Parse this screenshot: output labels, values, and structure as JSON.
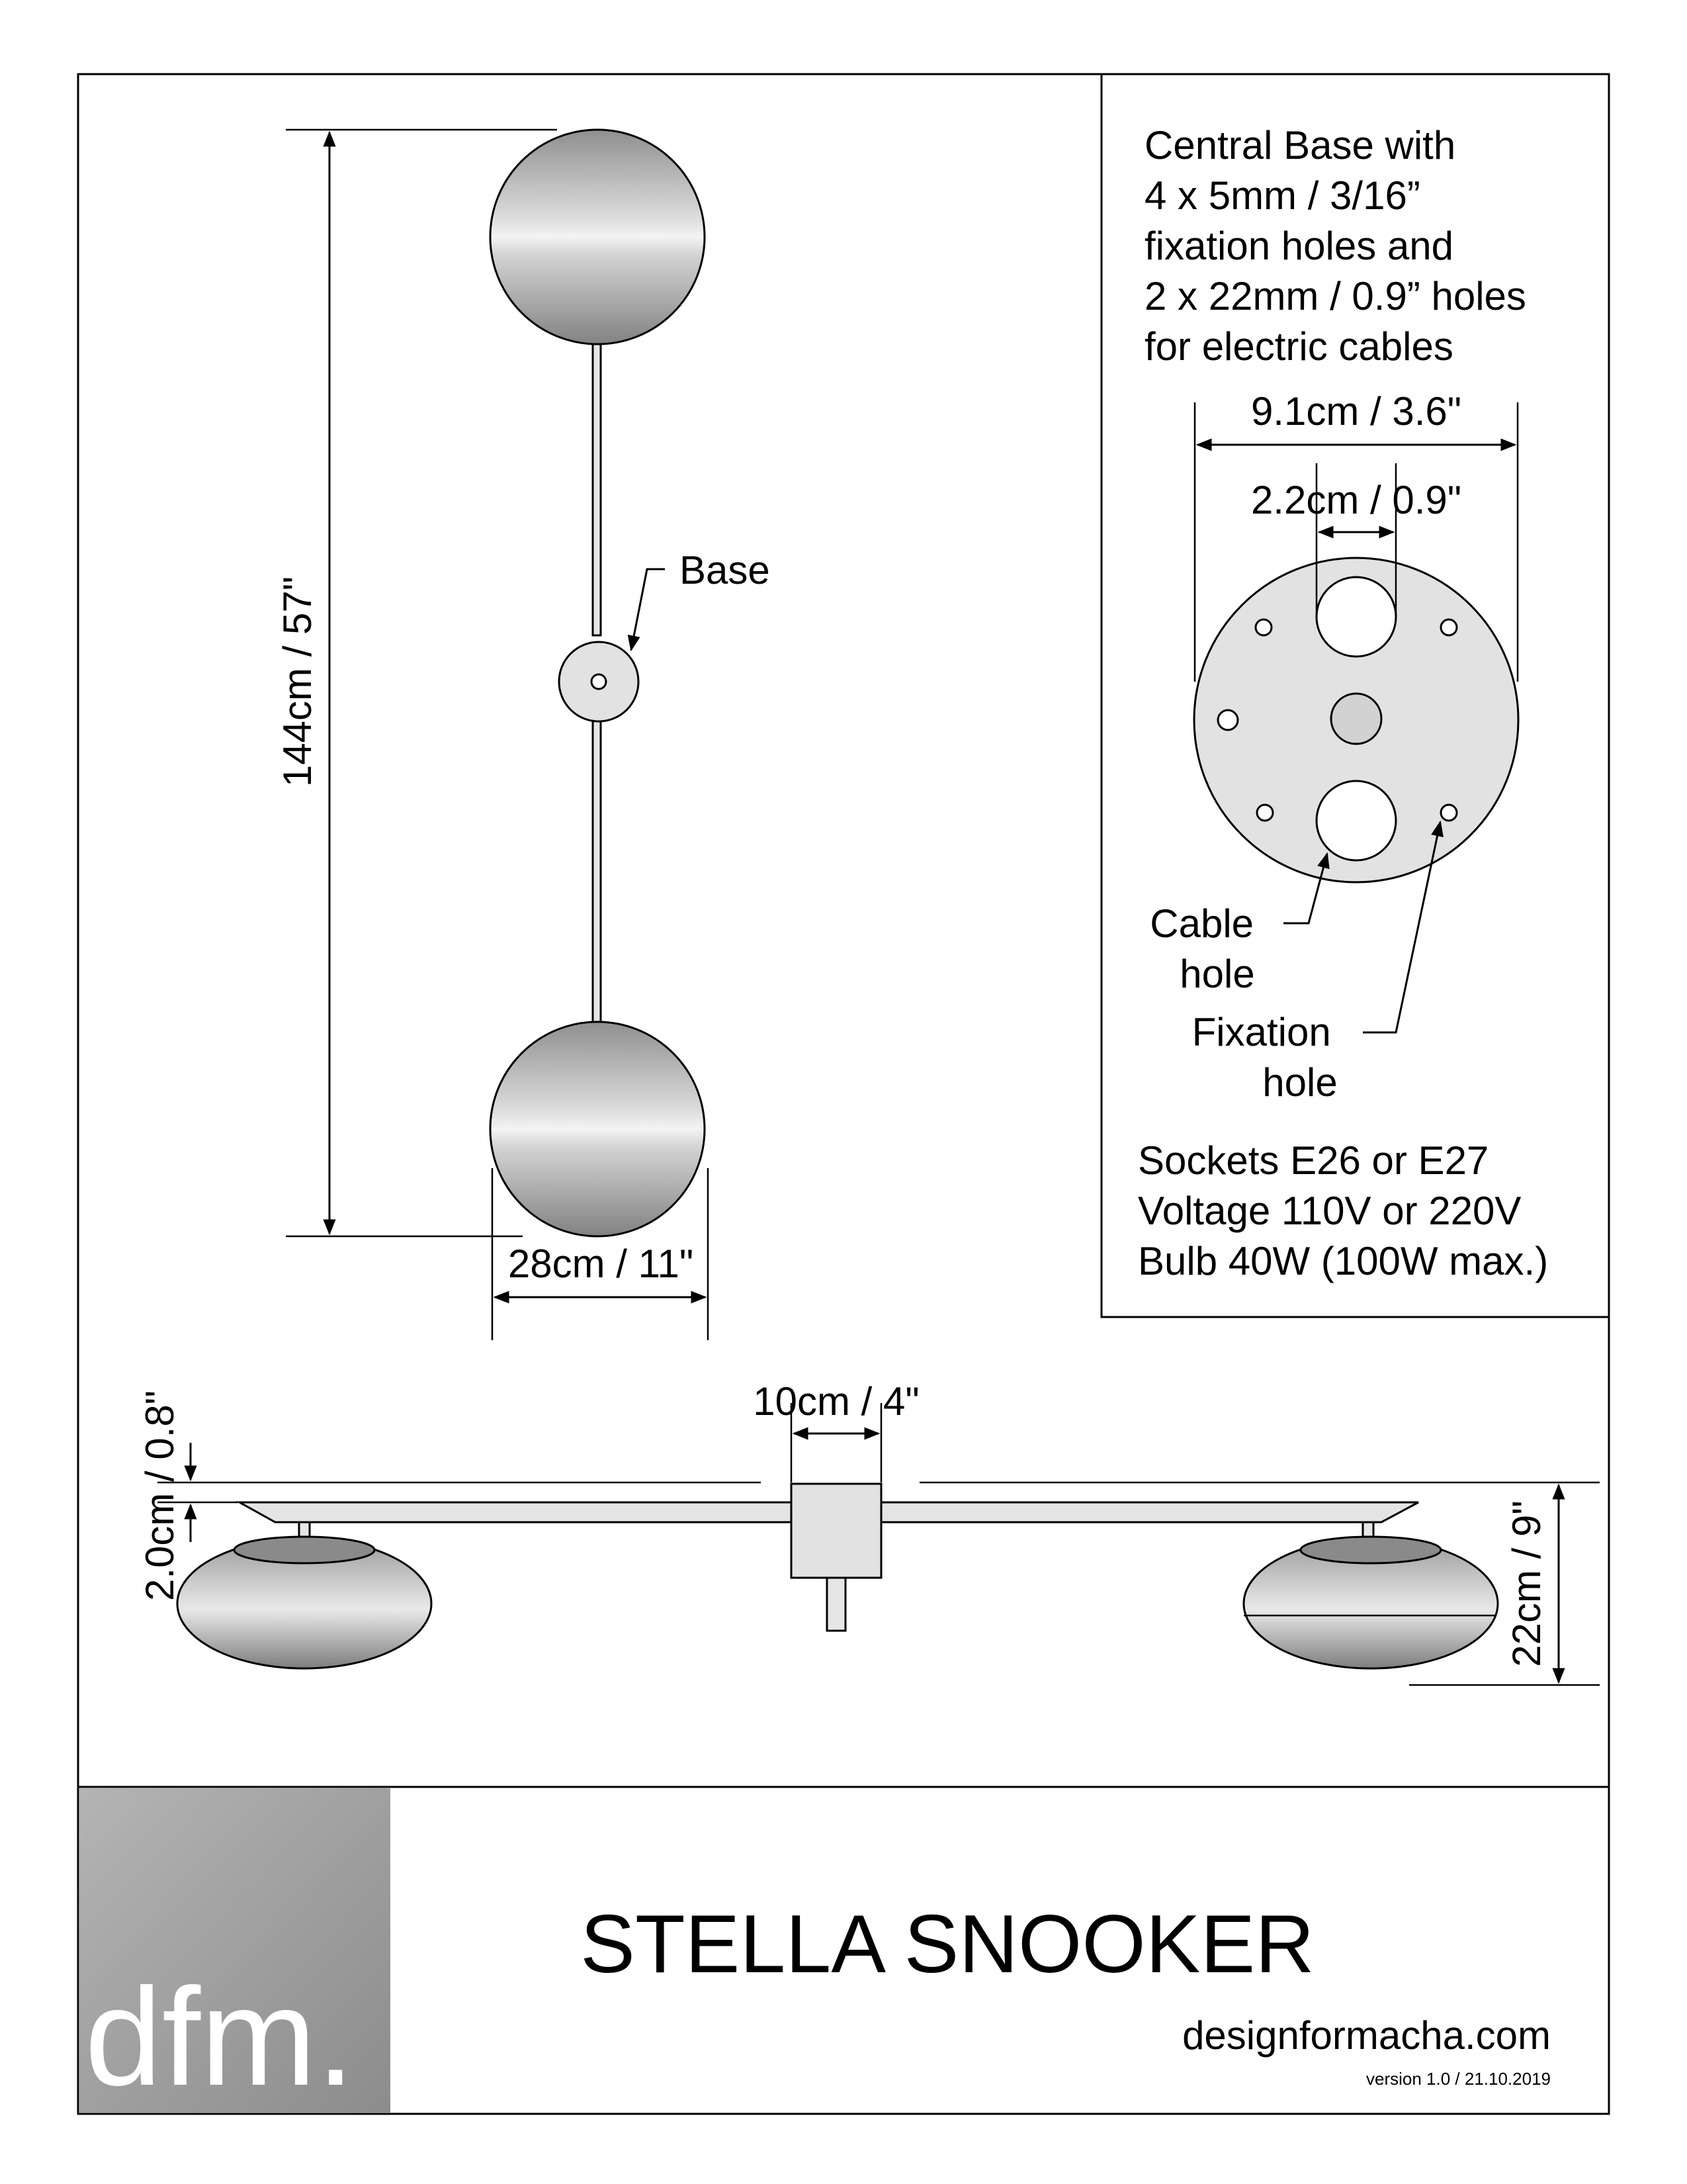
{
  "product": {
    "title": "STELLA SNOOKER",
    "website": "designformacha.com",
    "version": "version 1.0 / 21.10.2019",
    "logo_text": "dfm."
  },
  "front_view": {
    "height_label": "144cm / 57\"",
    "globe_width_label": "28cm / 11\"",
    "base_callout": "Base"
  },
  "base_detail": {
    "description": [
      "Central Base with",
      "4 x 5mm / 3/16”",
      "fixation holes and",
      "2 x 22mm / 0.9” holes",
      "for electric cables"
    ],
    "outer_diameter_label": "9.1cm / 3.6\"",
    "cable_hole_label": "2.2cm / 0.9\"",
    "cable_hole_callout": [
      "Cable",
      "hole"
    ],
    "fixation_hole_callout": [
      "Fixation",
      "hole"
    ],
    "specs": [
      "Sockets E26 or E27",
      "Voltage 110V or 220V",
      "Bulb 40W (100W max.)"
    ]
  },
  "side_view": {
    "base_width_label": "10cm / 4\"",
    "arm_thickness_label": "2.0cm / 0.8\"",
    "total_height_label": "22cm / 9\""
  },
  "colors": {
    "metal_light": "#e2e2e2",
    "metal_dark": "#8e8e8e",
    "logo_block": "#a8a8a8"
  }
}
